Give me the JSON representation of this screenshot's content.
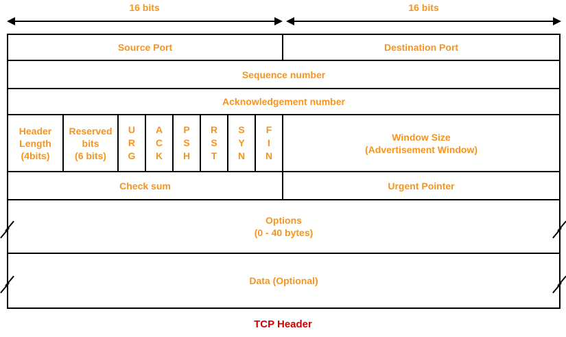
{
  "scale_arrows": {
    "left_label": "16 bits",
    "right_label": "16 bits"
  },
  "header_fields": {
    "source_port": "Source Port",
    "destination_port": "Destination Port",
    "sequence_number": "Sequence number",
    "acknowledgement_number": "Acknowledgement number",
    "header_length": "Header\nLength\n(4bits)",
    "reserved_bits": "Reserved\nbits\n(6 bits)",
    "flags": [
      "U\nR\nG",
      "A\nC\nK",
      "P\nS\nH",
      "R\nS\nT",
      "S\nY\nN",
      "F\nI\nN"
    ],
    "window_size": "Window Size\n(Advertisement Window)",
    "checksum": "Check sum",
    "urgent_pointer": "Urgent Pointer",
    "options": "Options\n(0 - 40 bytes)",
    "data": "Data (Optional)"
  },
  "caption": "TCP Header",
  "colors": {
    "field_text": "#F7941D",
    "caption_text": "#CC0000",
    "lines": "#000000",
    "background": "#FFFFFF"
  }
}
